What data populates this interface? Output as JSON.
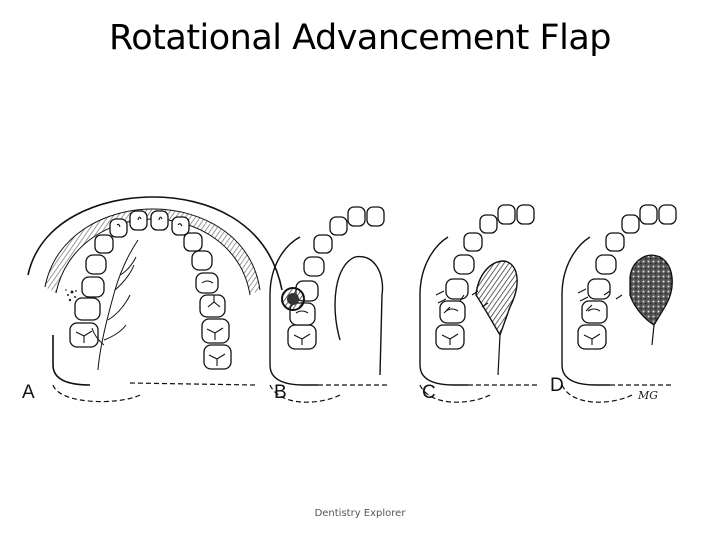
{
  "slide": {
    "title": "Rotational Advancement Flap",
    "footer": "Dentistry Explorer"
  },
  "figure": {
    "panels": [
      {
        "id": "A",
        "label": "A"
      },
      {
        "id": "B",
        "label": "B"
      },
      {
        "id": "C",
        "label": "C"
      },
      {
        "id": "D",
        "label": "D"
      }
    ],
    "signature": "MG"
  },
  "colors": {
    "ink": "#111111",
    "background": "#ffffff",
    "tissue": "#555555"
  }
}
